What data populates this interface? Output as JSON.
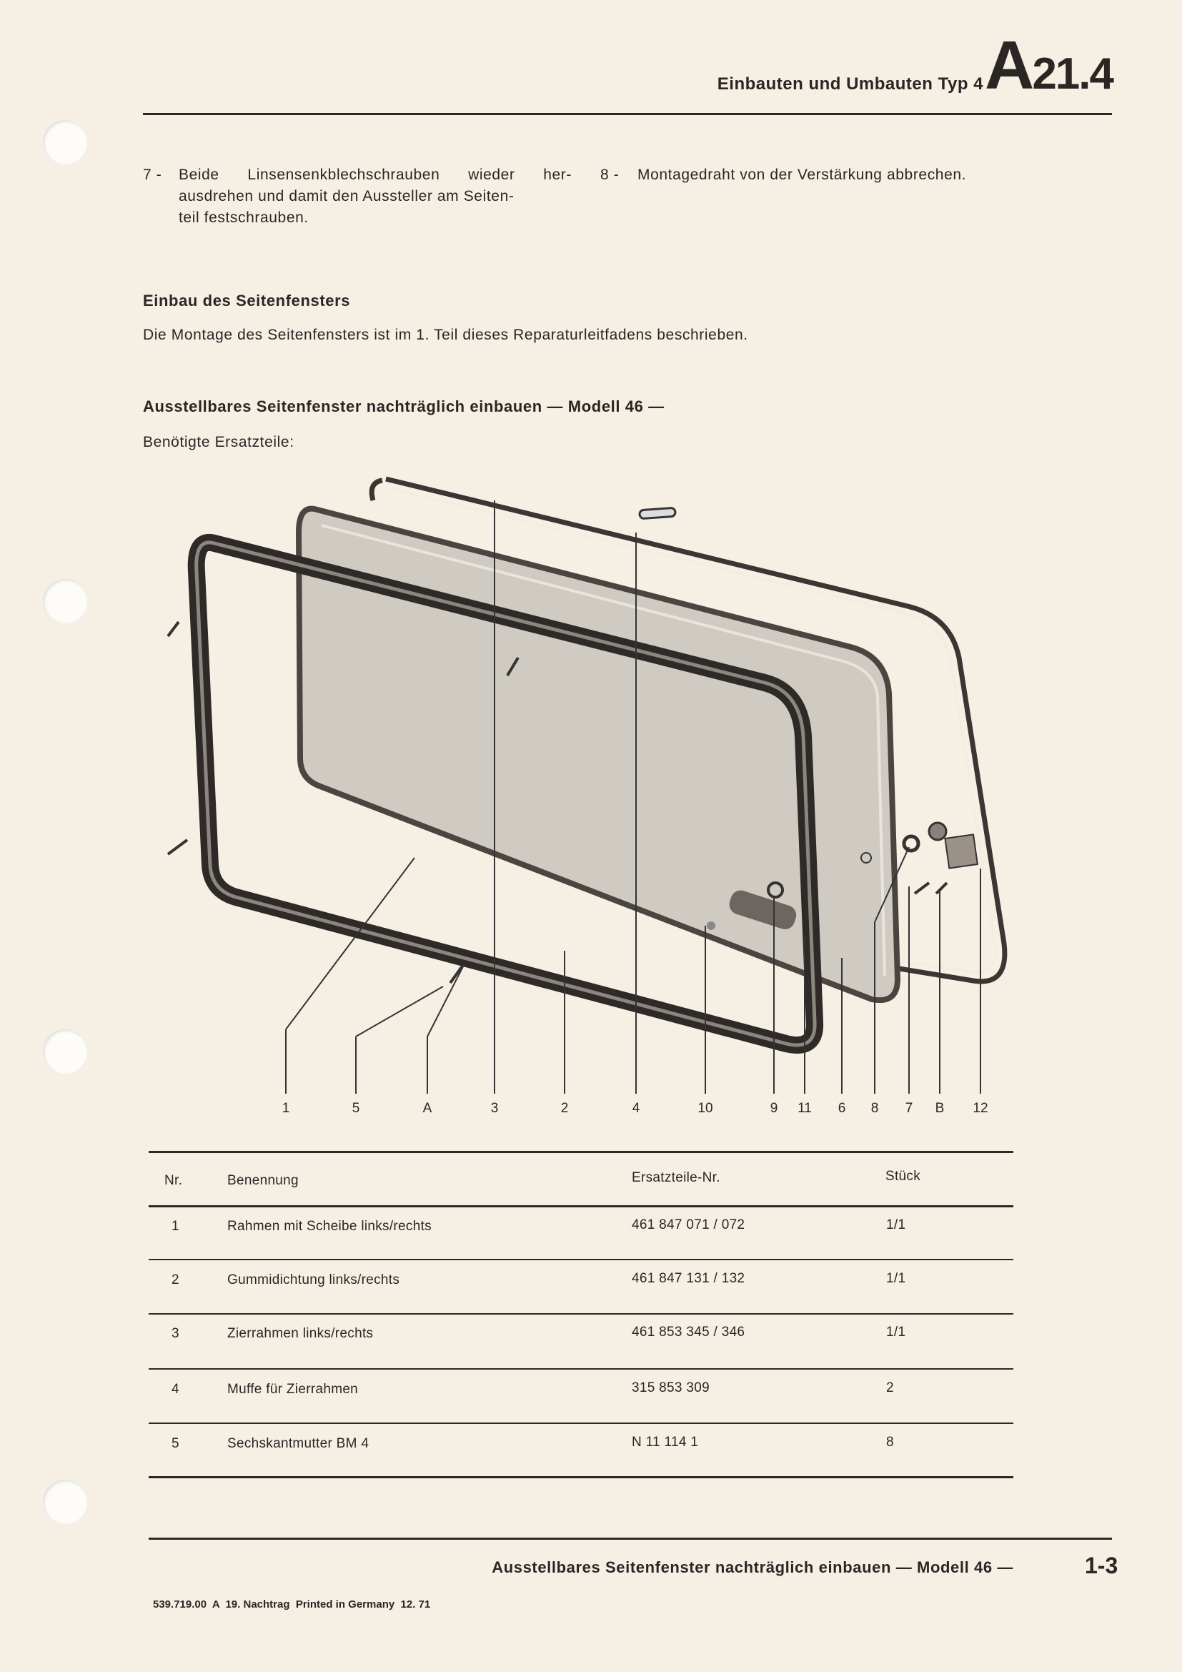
{
  "header": {
    "section_title": "Einbauten und Umbauten Typ 4",
    "code_letter": "A",
    "code_number": "21.4"
  },
  "steps": [
    {
      "num": "7 -",
      "lines": [
        "Beide Linsensenkblechschrauben wieder her-",
        "ausdrehen und damit den Aussteller am Seiten-",
        "teil festschrauben."
      ]
    },
    {
      "num": "8 -",
      "lines": [
        "Montagedraht von der Verstärkung abbrechen."
      ]
    }
  ],
  "section1": {
    "heading": "Einbau des Seitenfensters",
    "text": "Die Montage des Seitenfensters ist im 1. Teil dieses Reparaturleitfadens beschrieben."
  },
  "section2": {
    "heading": "Ausstellbares Seitenfenster nachträglich einbauen — Modell 46 —",
    "subheading": "Benötigte Ersatzteile:"
  },
  "figure": {
    "callouts": [
      "1",
      "5",
      "A",
      "3",
      "2",
      "4",
      "10",
      "9",
      "11",
      "6",
      "8",
      "7",
      "B",
      "12"
    ]
  },
  "table": {
    "headers": {
      "nr": "Nr.",
      "name": "Benennung",
      "part": "Ersatzteile-Nr.",
      "qty": "Stück"
    },
    "rows": [
      {
        "nr": "1",
        "name": "Rahmen mit Scheibe links/rechts",
        "part": "461 847 071 / 072",
        "qty": "1/1"
      },
      {
        "nr": "2",
        "name": "Gummidichtung links/rechts",
        "part": "461 847 131 / 132",
        "qty": "1/1"
      },
      {
        "nr": "3",
        "name": "Zierrahmen links/rechts",
        "part": "461 853 345 / 346",
        "qty": "1/1"
      },
      {
        "nr": "4",
        "name": "Muffe für Zierrahmen",
        "part": "315 853 309",
        "qty": "2"
      },
      {
        "nr": "5",
        "name": "Sechskantmutter BM 4",
        "part": "N 11 114 1",
        "qty": "8"
      }
    ]
  },
  "footer": {
    "title": "Ausstellbares Seitenfenster nachträglich einbauen — Modell 46 —",
    "page": "1-3",
    "imprint": "539.719.00  A  19. Nachtrag  Printed in Germany  12. 71"
  }
}
